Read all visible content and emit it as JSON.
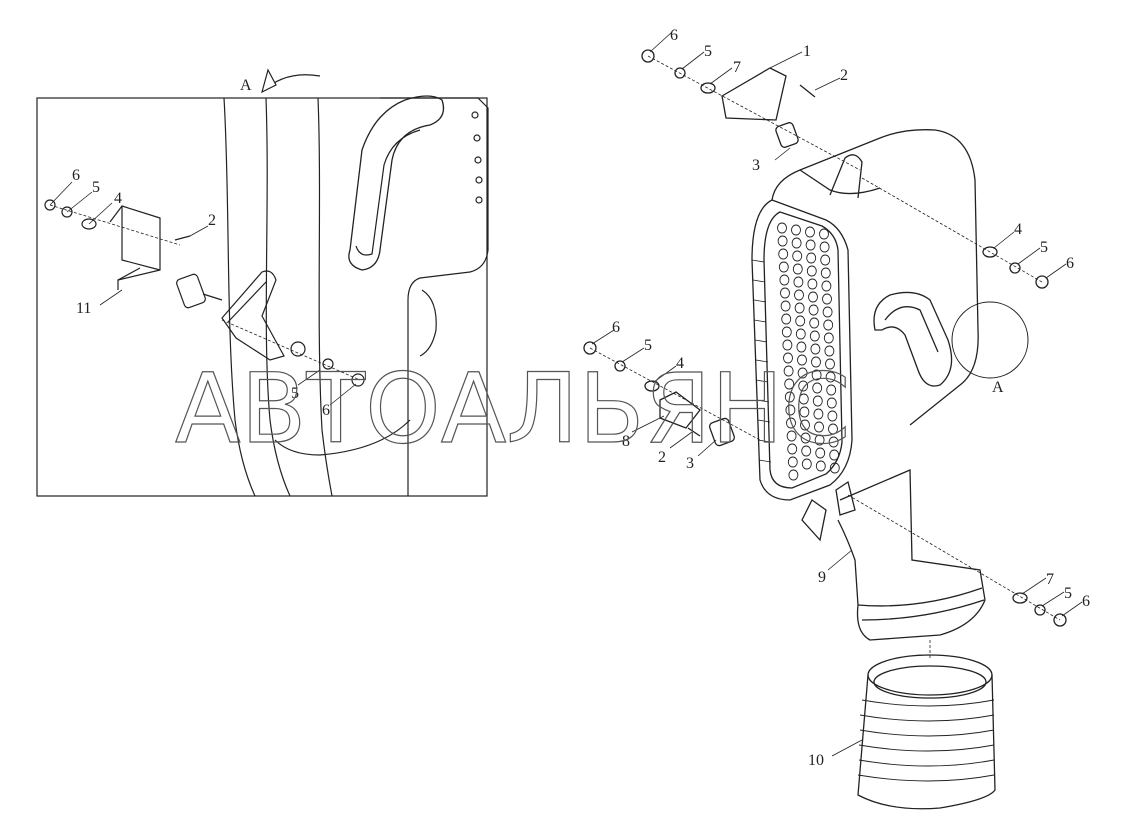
{
  "diagram": {
    "detail_view": {
      "view_letter": "A",
      "callouts": [
        "6",
        "5",
        "4",
        "2",
        "11",
        "5",
        "6"
      ]
    },
    "main_view": {
      "detail_marker": "A",
      "callouts": [
        "6",
        "5",
        "7",
        "1",
        "2",
        "3",
        "4",
        "5",
        "6",
        "6",
        "5",
        "4",
        "8",
        "2",
        "3",
        "9",
        "7",
        "5",
        "6",
        "10"
      ]
    },
    "watermark": "АВТОАЛЬЯНС"
  }
}
